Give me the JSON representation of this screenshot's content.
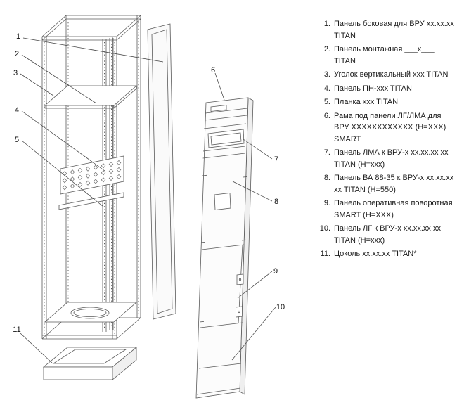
{
  "drawing": {
    "callouts": [
      "1",
      "2",
      "3",
      "4",
      "5",
      "6",
      "7",
      "8",
      "9",
      "10",
      "11"
    ]
  },
  "legend": {
    "items": [
      {
        "num": "1.",
        "text": "Панель боковая для ВРУ xx.xx.xx TITAN"
      },
      {
        "num": "2.",
        "text": "Панель монтажная ___x___ TITAN"
      },
      {
        "num": "3.",
        "text": "Уголок вертикальный xxx TITAN"
      },
      {
        "num": "4.",
        "text": "Панель ПН-xxx TITAN"
      },
      {
        "num": "5.",
        "text": "Планка xxx TITAN"
      },
      {
        "num": "6.",
        "text": "Рама под панели ЛГ/ЛМА для ВРУ XXXXXXXXXXXX (H=XXX) SMART"
      },
      {
        "num": "7.",
        "text": "Панель ЛМА к ВРУ-х xx.xx.xx xx TITAN (H=xxx)"
      },
      {
        "num": "8.",
        "text": "Панель ВА 88-35 к ВРУ-х xx.xx.xx xx TITAN (H=550)"
      },
      {
        "num": "9.",
        "text": "Панель оперативная поворотная SMART (H=XXX)"
      },
      {
        "num": "10.",
        "text": "Панель ЛГ к ВРУ-х xx.xx.xx xx TITAN (H=xxx)"
      },
      {
        "num": "11.",
        "text": "Цоколь xx.xx.xx TITAN*"
      }
    ]
  }
}
